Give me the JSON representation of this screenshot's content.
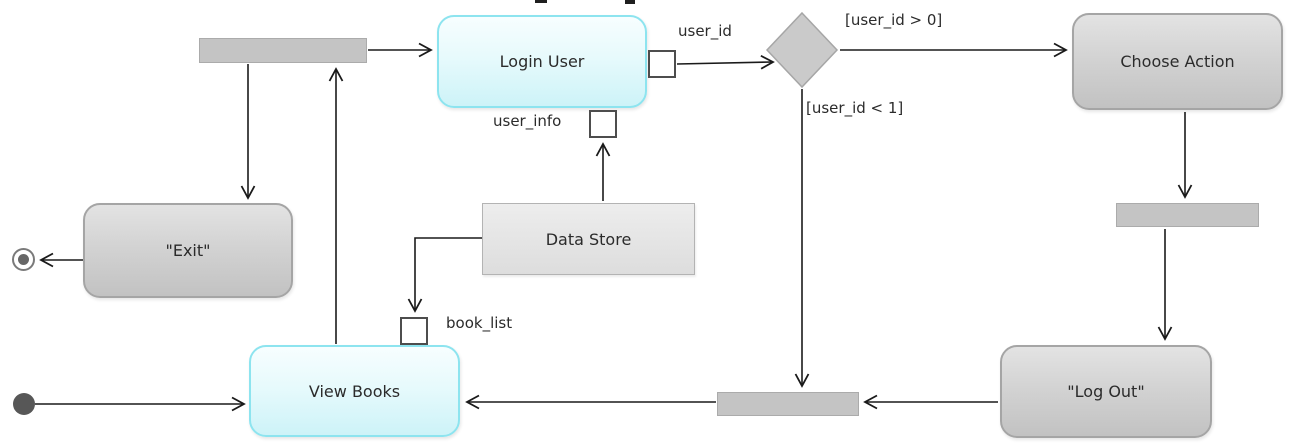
{
  "diagram": {
    "actions": {
      "login_user": "Login User",
      "choose_action": "Choose Action",
      "exit": "\"Exit\"",
      "view_books": "View Books",
      "log_out": "\"Log Out\""
    },
    "object_nodes": {
      "data_store": "Data Store"
    },
    "edge_labels": {
      "user_id": "user_id",
      "guard_user_id_positive": "[user_id > 0]",
      "guard_user_id_negative": "[user_id < 1]",
      "user_info": "user_info",
      "book_list": "book_list"
    },
    "colors": {
      "highlight_action_fill": "#cdf3f8",
      "highlight_action_border": "#8de4ef",
      "gray_action_fill": "#c2c2c2",
      "gray_action_border": "#a5a5a5",
      "bar_fill": "#c4c4c4",
      "diamond_fill": "#cacaca",
      "data_store_fill": "#e5e5e5",
      "edge_color": "#1a1a1a",
      "background": "#ffffff"
    }
  }
}
